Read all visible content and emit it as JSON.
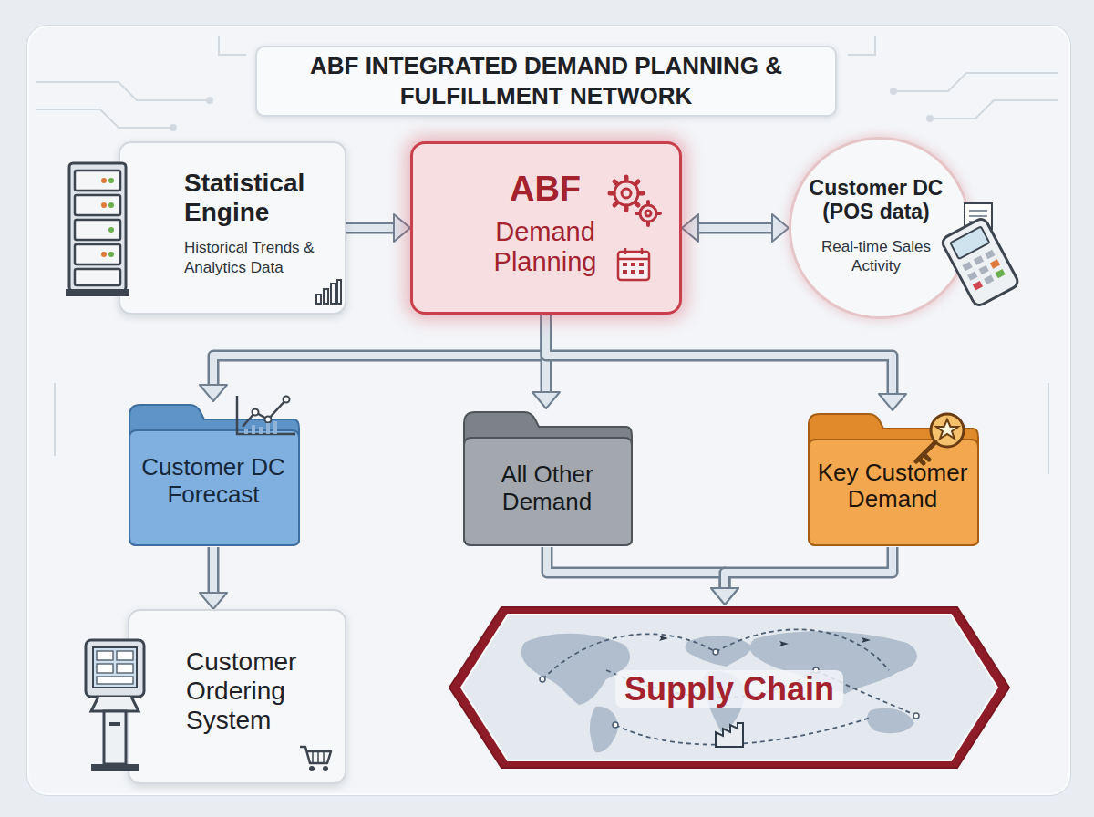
{
  "diagram": {
    "title": "ABF INTEGRATED DEMAND PLANNING & FULFILLMENT NETWORK",
    "nodes": [
      {
        "text": [
          "Statistical Engine",
          "Historical Trends & Analytics Data"
        ]
      },
      {
        "text": [
          "ABF",
          "Demand Planning"
        ]
      },
      {
        "text": [
          "Customer DC (POS data)",
          "Real-time Sales Activity"
        ]
      },
      {
        "text": [
          "Customer DC Forecast"
        ]
      },
      {
        "text": [
          "All Other Demand"
        ]
      },
      {
        "text": [
          "Key Customer Demand"
        ]
      },
      {
        "text": [
          "Customer Ordering System"
        ]
      },
      {
        "text": [
          "Supply Chain"
        ]
      }
    ],
    "edges": [
      {
        "from": 0,
        "to": 1,
        "arrow": "to"
      },
      {
        "from": 1,
        "to": 2,
        "arrow": "both"
      },
      {
        "from": 1,
        "to": 3,
        "arrow": "to"
      },
      {
        "from": 1,
        "to": 4,
        "arrow": "to"
      },
      {
        "from": 1,
        "to": 5,
        "arrow": "to"
      },
      {
        "from": 3,
        "to": 6,
        "arrow": "to"
      },
      {
        "from": 4,
        "to": 7,
        "arrow": "to"
      },
      {
        "from": 5,
        "to": 7,
        "arrow": "to"
      }
    ]
  }
}
